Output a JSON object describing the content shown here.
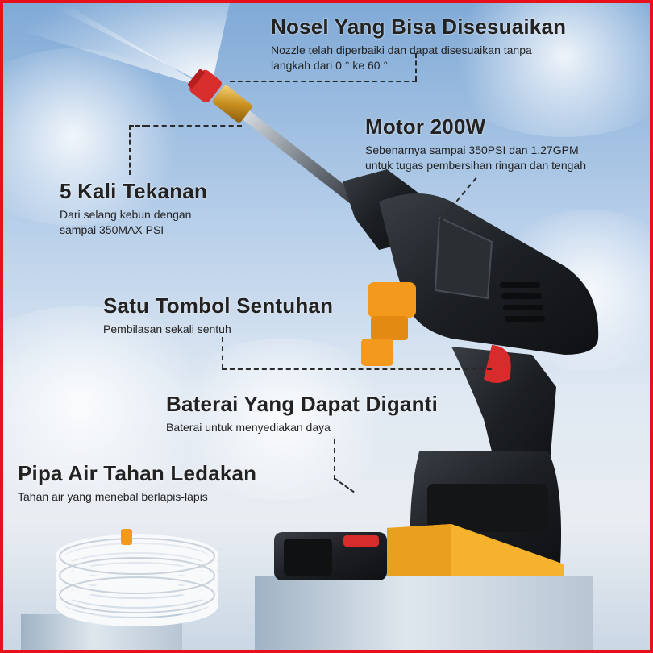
{
  "features": [
    {
      "title": "Nosel Yang Bisa Disesuaikan",
      "desc_lines": [
        "Nozzle telah diperbaiki dan dapat disesuaikan tanpa",
        "langkah dari 0 ° ke 60 °"
      ]
    },
    {
      "title": "Motor 200W",
      "desc_lines": [
        "Sebenarnya sampai 350PSI dan 1.27GPM",
        "untuk tugas pembersihan ringan dan tengah"
      ]
    },
    {
      "title": "5 Kali Tekanan",
      "desc_lines": [
        "Dari selang kebun dengan",
        "sampai 350MAX PSI"
      ]
    },
    {
      "title": "Satu Tombol Sentuhan",
      "desc_lines": [
        "Pembilasan sekali sentuh"
      ]
    },
    {
      "title": "Baterai Yang Dapat Diganti",
      "desc_lines": [
        "Baterai untuk menyediakan daya"
      ]
    },
    {
      "title": "Pipa Air Tahan Ledakan",
      "desc_lines": [
        "Tahan air yang menebal berlapis-lapis"
      ]
    }
  ],
  "colors": {
    "frame": "#e8101a",
    "accent_orange": "#f39a1e",
    "accent_red": "#d82b2b",
    "body_dark": "#1f2226",
    "stand_yellow": "#f6b22c"
  }
}
